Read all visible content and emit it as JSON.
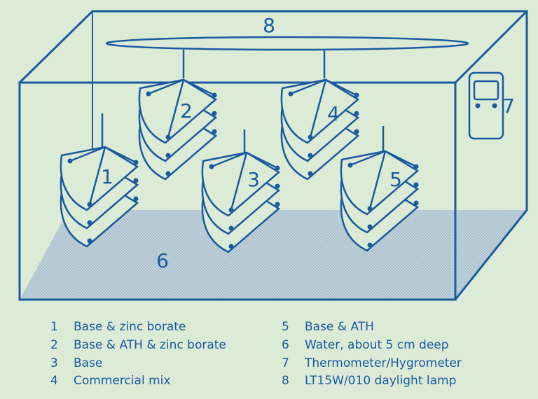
{
  "diagram": {
    "labels": {
      "lamp": "8",
      "sample1": "1",
      "sample2": "2",
      "sample3": "3",
      "sample4": "4",
      "sample5": "5",
      "water": "6",
      "hygrometer": "7"
    },
    "colors": {
      "background": "#dcebd6",
      "line": "#1a5aa0",
      "water_hatch": "#9fb6cf"
    }
  },
  "legend": {
    "left": [
      {
        "num": "1",
        "text": "Base & zinc borate"
      },
      {
        "num": "2",
        "text": "Base & ATH & zinc borate"
      },
      {
        "num": "3",
        "text": "Base"
      },
      {
        "num": "4",
        "text": "Commercial mix"
      }
    ],
    "right": [
      {
        "num": "5",
        "text": "Base & ATH"
      },
      {
        "num": "6",
        "text": "Water, about 5 cm deep"
      },
      {
        "num": "7",
        "text": "Thermometer/Hygrometer"
      },
      {
        "num": "8",
        "text": "LT15W/010 daylight lamp"
      }
    ]
  }
}
